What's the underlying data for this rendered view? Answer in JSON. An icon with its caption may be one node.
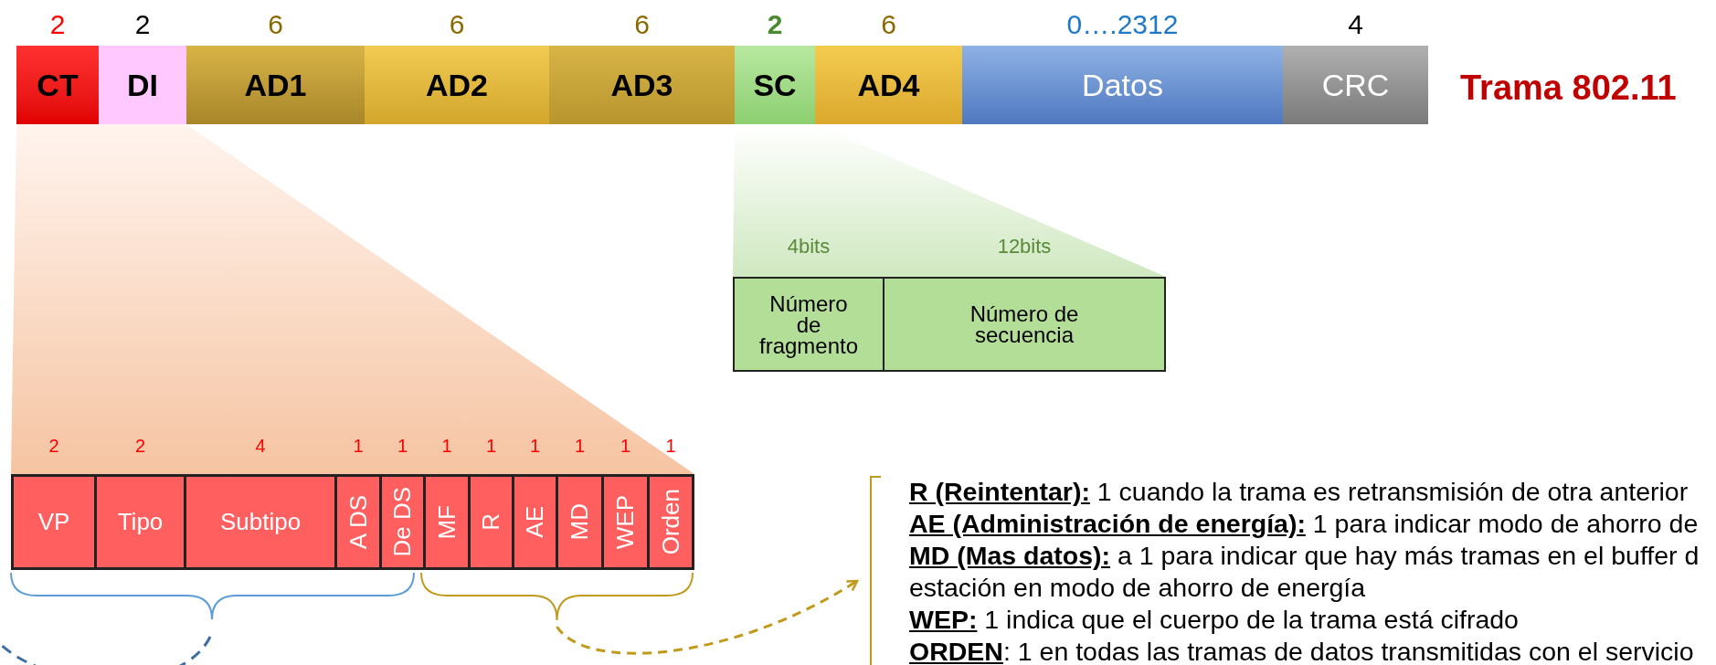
{
  "diagram": {
    "title": "Trama 802.11",
    "nodes": [
      {
        "text": [
          "CT"
        ],
        "beside": [
          "2"
        ]
      },
      {
        "text": [
          "DI"
        ],
        "beside": [
          "2"
        ]
      },
      {
        "text": [
          "AD1"
        ],
        "beside": [
          "6"
        ]
      },
      {
        "text": [
          "AD2"
        ],
        "beside": [
          "6"
        ]
      },
      {
        "text": [
          "AD3"
        ],
        "beside": [
          "6"
        ]
      },
      {
        "text": [
          "SC"
        ],
        "beside": [
          "2"
        ]
      },
      {
        "text": [
          "AD4"
        ],
        "beside": [
          "6"
        ]
      },
      {
        "text": [
          "Datos"
        ],
        "beside": [
          "0….2312"
        ]
      },
      {
        "text": [
          "CRC"
        ],
        "beside": [
          "4"
        ]
      },
      {
        "text": [
          "Número de fragmento"
        ],
        "beside": [
          "4bits"
        ]
      },
      {
        "text": [
          "Número de secuencia"
        ],
        "beside": [
          "12bits"
        ]
      },
      {
        "text": [
          "VP"
        ],
        "beside": [
          "2"
        ]
      },
      {
        "text": [
          "Tipo"
        ],
        "beside": [
          "2"
        ]
      },
      {
        "text": [
          "Subtipo"
        ],
        "beside": [
          "4"
        ]
      },
      {
        "text": [
          "A DS"
        ],
        "beside": [
          "1"
        ]
      },
      {
        "text": [
          "De DS"
        ],
        "beside": [
          "1"
        ]
      },
      {
        "text": [
          "MF"
        ],
        "beside": [
          "1"
        ]
      },
      {
        "text": [
          "R"
        ],
        "beside": [
          "1"
        ]
      },
      {
        "text": [
          "AE"
        ],
        "beside": [
          "1"
        ]
      },
      {
        "text": [
          "MD"
        ],
        "beside": [
          "1"
        ]
      },
      {
        "text": [
          "WEP"
        ],
        "beside": [
          "1"
        ]
      },
      {
        "text": [
          "Orden"
        ],
        "beside": [
          "1"
        ]
      },
      {
        "text": [
          "**R (Reintentar):** 1 cuando la trama es retransmisión de otra anterior",
          "**AE (Administración de energía):** 1 para indicar modo de ahorro de",
          "**MD (Mas datos):** a 1 para indicar que hay más tramas en el buffer d estación en modo de ahorro de energía",
          "**WEP:** 1 indica que el cuerpo de la trama está cifrado",
          "**ORDEN**: 1 en todas las tramas de datos transmitidas con el servicio"
        ]
      },
      {
        "text": [],
        "shape": "brace"
      }
    ],
    "edges": [
      {
        "from": 23,
        "to": 22,
        "arrow": "to",
        "style": "dashed",
        "color": "#c09a1b"
      }
    ]
  }
}
